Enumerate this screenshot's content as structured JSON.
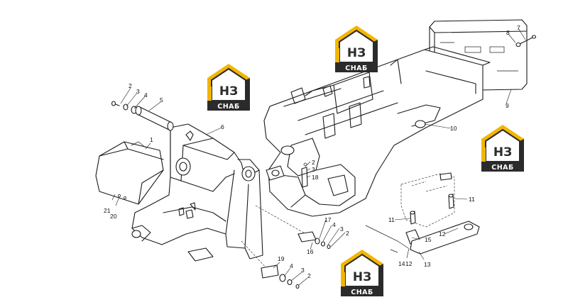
{
  "watermark": {
    "letters": "НЗ",
    "label": "СНАБ",
    "colors": {
      "gold": "#f2b600",
      "dark": "#2b2b2b",
      "white": "#ffffff"
    }
  },
  "callouts": {
    "c1": "1",
    "c2a": "2",
    "c3a": "3",
    "c4a": "4",
    "c5": "5",
    "c6": "6",
    "c7": "7",
    "c8": "8",
    "c9": "9",
    "c10": "10",
    "c11a": "11",
    "c11b": "11",
    "c12a": "12",
    "c12b": "12",
    "c13": "13",
    "c14": "14",
    "c15": "15",
    "c16": "16",
    "c17": "17",
    "c18": "18",
    "c19": "19",
    "c20": "20",
    "c21": "21",
    "c2b": "2",
    "c3b": "3",
    "c3c": "3",
    "c4c": "4",
    "c2c": "2",
    "c3d": "3",
    "c2d": "2",
    "c4b": "4"
  }
}
